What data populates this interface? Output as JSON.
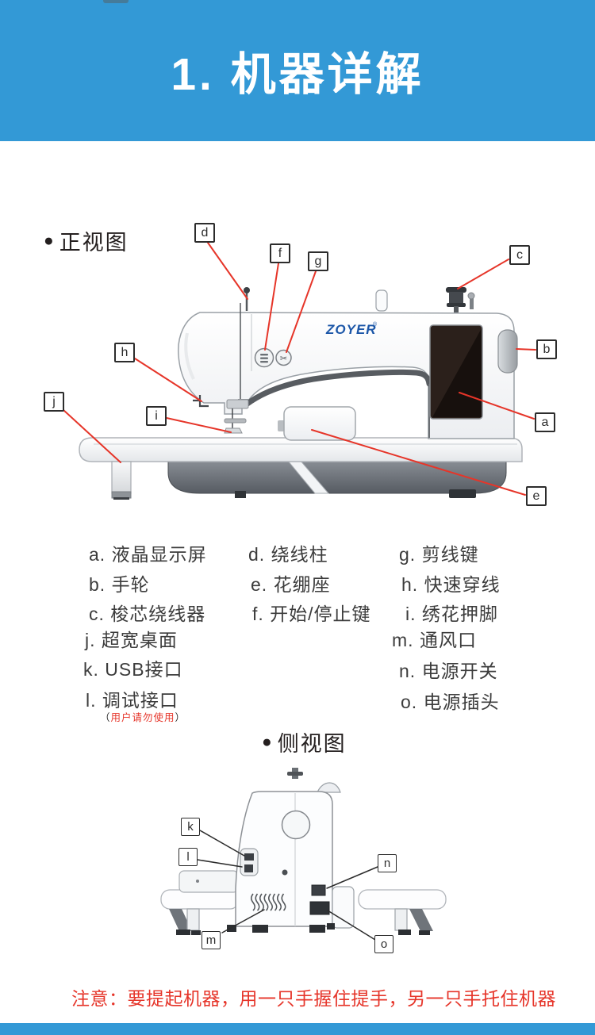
{
  "header": {
    "title": "1. 机器详解"
  },
  "front_view": {
    "bullet": "●",
    "section_label": "正视图",
    "brand": "ZOYER",
    "brand_reg": "®"
  },
  "side_view": {
    "bullet": "●",
    "section_label": "侧视图"
  },
  "callouts": {
    "a": "a",
    "b": "b",
    "c": "c",
    "d": "d",
    "e": "e",
    "f": "f",
    "g": "g",
    "h": "h",
    "i": "i",
    "j": "j",
    "k": "k",
    "l": "l",
    "m": "m",
    "n": "n",
    "o": "o"
  },
  "legend": {
    "items": [
      {
        "text": "a. 液晶显示屏"
      },
      {
        "text": "b. 手轮"
      },
      {
        "text": "c. 梭芯绕线器"
      },
      {
        "text": "d. 绕线柱"
      },
      {
        "text": "e. 花绷座"
      },
      {
        "text": "f. 开始/停止键"
      },
      {
        "text": "g. 剪线键"
      },
      {
        "text": "h. 快速穿线"
      },
      {
        "text": "i. 绣花押脚"
      },
      {
        "text": "j. 超宽桌面"
      },
      {
        "text": "k. USB接口"
      },
      {
        "text": "l. 调试接口"
      },
      {
        "text": "m. 通风口"
      },
      {
        "text": "n. 电源开关"
      },
      {
        "text": "o. 电源插头"
      }
    ],
    "debug_note": {
      "open": "（",
      "text": "用户请勿使用",
      "close": "）"
    }
  },
  "warning": "注意：要提起机器，用一只手握住提手，另一只手托住机器",
  "icons": {
    "thread_cut_glyph": "✂"
  },
  "colors": {
    "header_blue": "#3399d6",
    "accent_red": "#e63529",
    "brand_blue": "#1c57a8"
  }
}
